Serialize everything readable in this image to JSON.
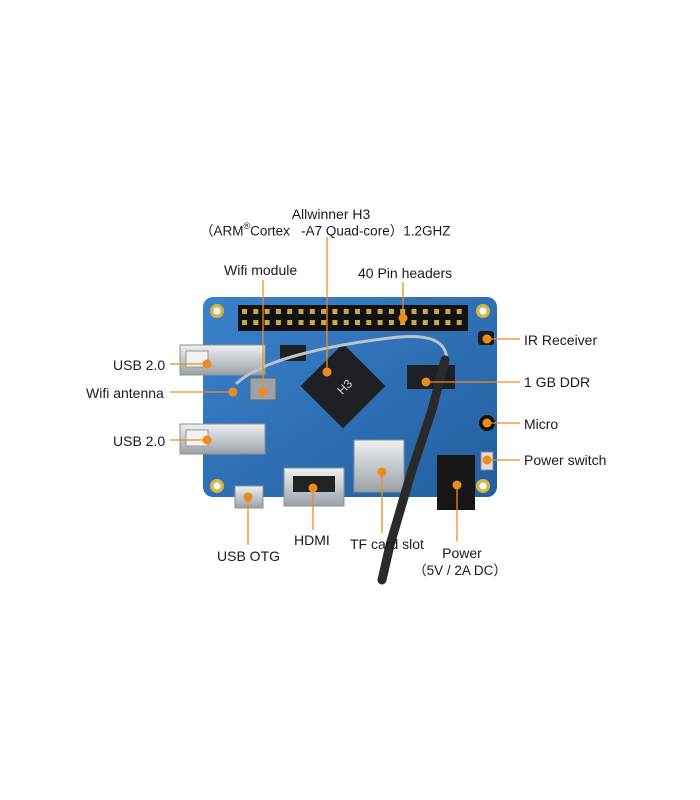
{
  "title": {
    "line1": "Allwinner H3",
    "line2_prefix": "（ARM",
    "line2_reg": "®",
    "line2_suffix": "Cortex   -A7 Quad-core）1.2GHZ"
  },
  "labels": {
    "wifi_module": "Wifi module",
    "pin_headers": "40 Pin headers",
    "ir_receiver": "IR Receiver",
    "ddr": "1 GB DDR",
    "usb_top": "USB 2.0",
    "wifi_antenna": "Wifi antenna",
    "usb_bottom": "USB 2.0",
    "micro": "Micro",
    "power_switch": "Power switch",
    "usb_otg": "USB OTG",
    "hdmi": "HDMI",
    "tf_card": "TF card slot",
    "power": "Power",
    "power_spec": "（5V / 2A DC）"
  },
  "chip_marking": "H3",
  "colors": {
    "board": "#2b6fb8",
    "board_dark": "#1f5897",
    "accent": "#f08a1c",
    "metal": "#c9ced3",
    "chip": "#1d2126"
  }
}
